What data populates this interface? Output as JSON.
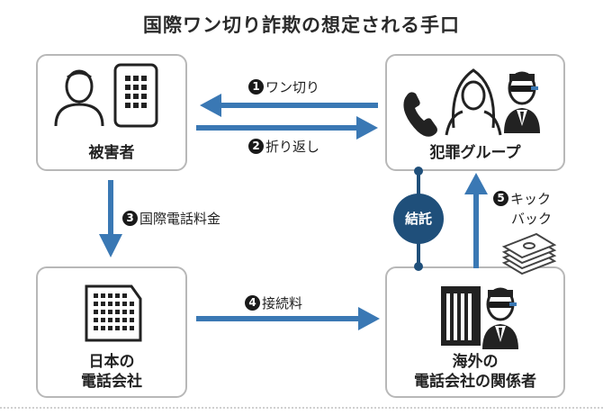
{
  "title": "国際ワン切り詐欺の想定される手口",
  "nodes": {
    "victim": "被害者",
    "crime_group": "犯罪グループ",
    "jp_phone_line1": "日本の",
    "jp_phone_line2": "電話会社",
    "overseas_line1": "海外の",
    "overseas_line2": "電話会社の関係者"
  },
  "steps": {
    "s1": {
      "num": "1",
      "label": "ワン切り"
    },
    "s2": {
      "num": "2",
      "label": "折り返し"
    },
    "s3": {
      "num": "3",
      "label": "国際電話料金"
    },
    "s4": {
      "num": "4",
      "label": "接続料"
    },
    "s5": {
      "num": "5",
      "label_line1": "キック",
      "label_line2": "バック"
    }
  },
  "collusion": "結託",
  "colors": {
    "arrow": "#3a78b4",
    "collusion": "#1f4f7a",
    "box_border": "#b8b8b8"
  }
}
